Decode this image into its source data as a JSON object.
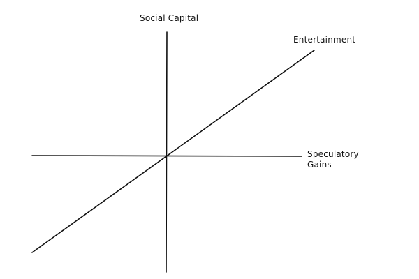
{
  "diagram": {
    "y_axis_label": "Social Capital",
    "x_axis_label_line1": "Speculatory",
    "x_axis_label_line2": "Gains",
    "diagonal_label": "Entertainment",
    "colors": {
      "background": "#ffffff",
      "line": "#111111",
      "text": "#111111"
    }
  }
}
